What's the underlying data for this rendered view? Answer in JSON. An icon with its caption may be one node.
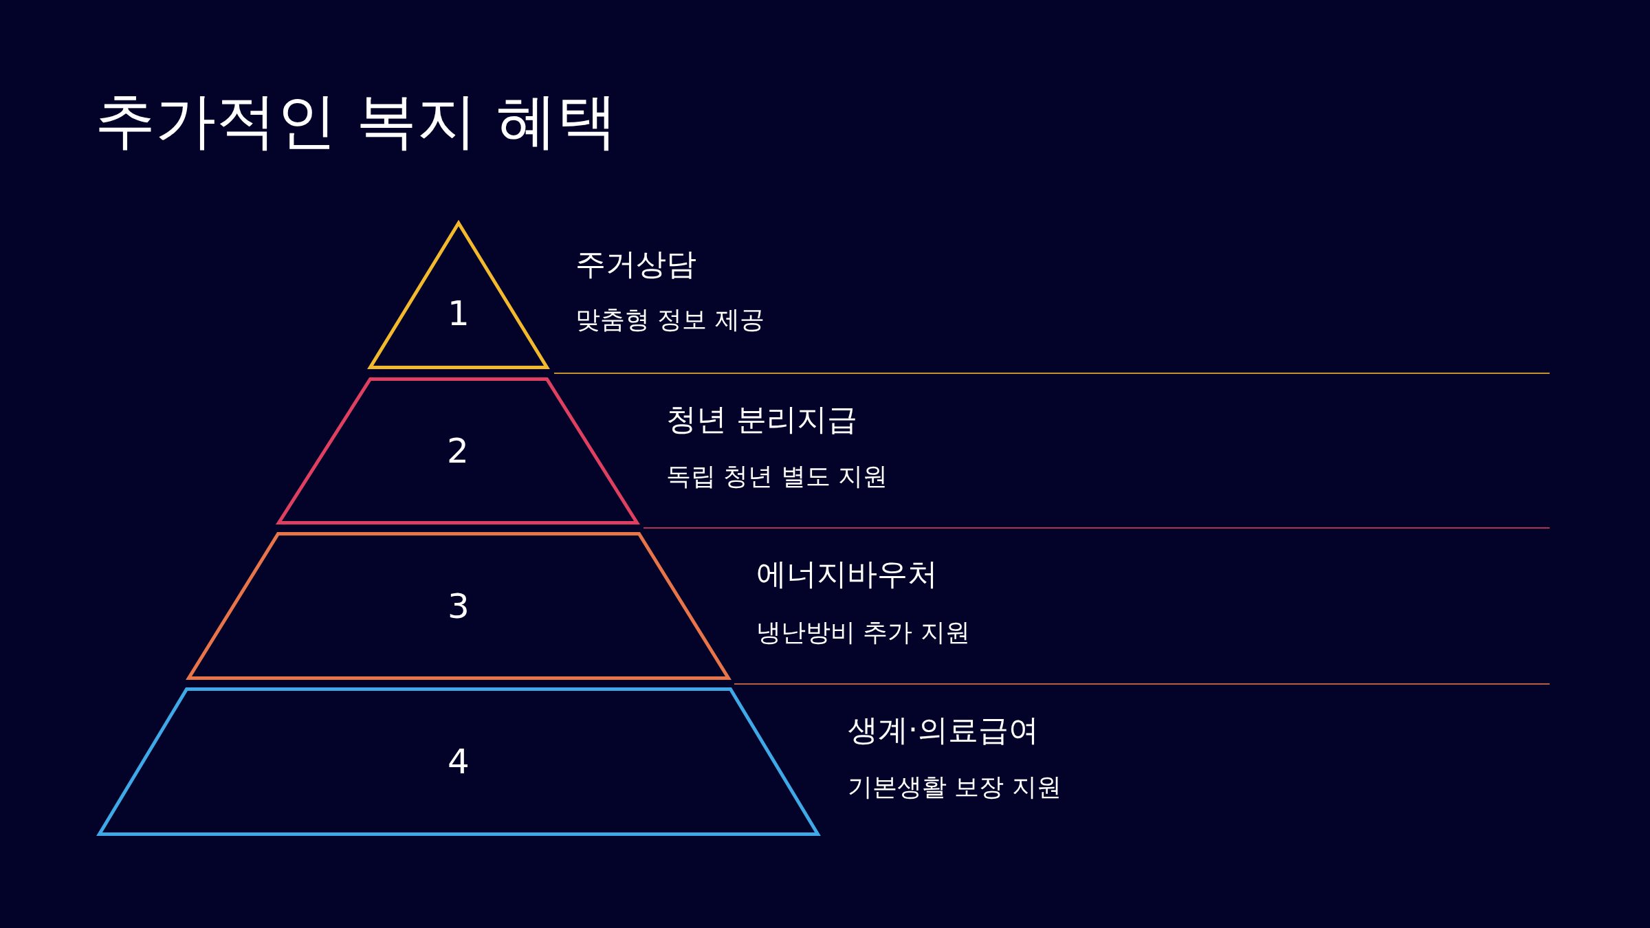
{
  "diagram": {
    "title": "추가적인 복지 혜택",
    "nodes": [
      {
        "text": [
          "1"
        ],
        "beside": [
          "주거상담",
          "맞춤형 정보 제공"
        ]
      },
      {
        "text": [
          "2"
        ],
        "beside": [
          "청년 분리지급",
          "독립 청년 별도 지원"
        ]
      },
      {
        "text": [
          "3"
        ],
        "beside": [
          "에너지바우처",
          "냉난방비 추가 지원"
        ]
      },
      {
        "text": [
          "4"
        ],
        "beside": [
          "생계·의료급여",
          "기본생활 보장 지원"
        ]
      }
    ],
    "edges": []
  }
}
